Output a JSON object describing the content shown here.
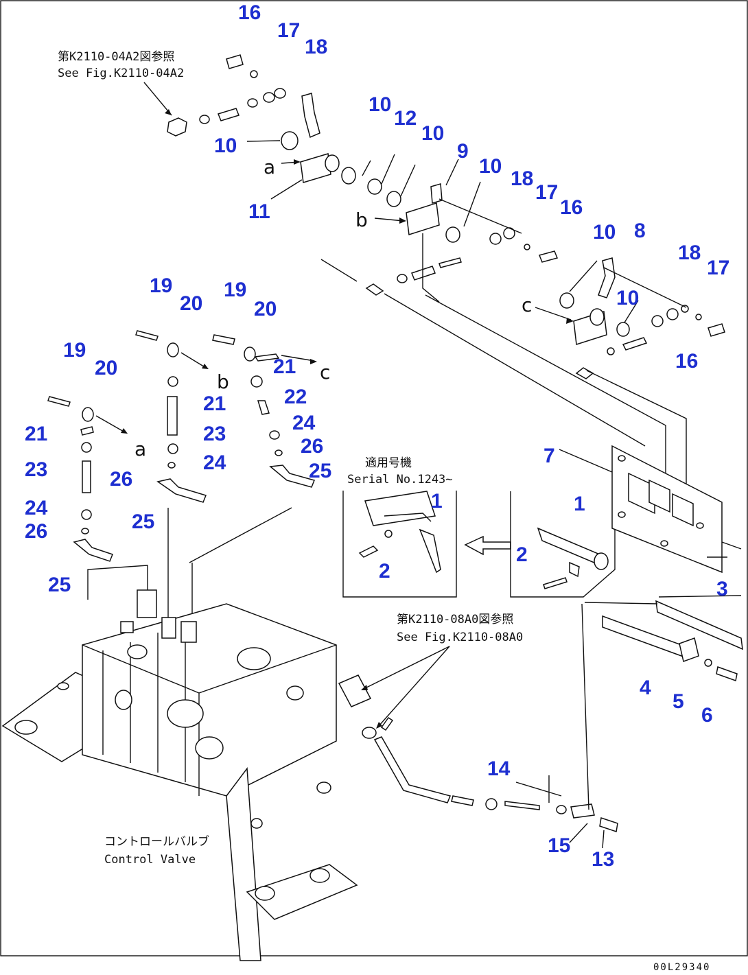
{
  "references": {
    "top_ref_jp": "第K2110-04A2図参照",
    "top_ref_en": "See Fig.K2110-04A2",
    "bottom_ref_jp": "第K2110-08A0図参照",
    "bottom_ref_en": "See Fig.K2110-08A0",
    "serial_jp": "適用号機",
    "serial_en": "Serial No.1243~",
    "valve_jp": "コントロールバルブ",
    "valve_en": "Control Valve",
    "drawing_code": "00L29340"
  },
  "letters": {
    "a": "a",
    "b": "b",
    "c": "c"
  },
  "callouts": {
    "p1": "1",
    "p2": "2",
    "p3": "3",
    "p4": "4",
    "p5": "5",
    "p6": "6",
    "p7": "7",
    "p8": "8",
    "p9": "9",
    "p10": "10",
    "p11": "11",
    "p12": "12",
    "p13": "13",
    "p14": "14",
    "p15": "15",
    "p16": "16",
    "p17": "17",
    "p18": "18",
    "p19": "19",
    "p20": "20",
    "p21": "21",
    "p22": "22",
    "p23": "23",
    "p24": "24",
    "p25": "25",
    "p26": "26"
  },
  "colors": {
    "callout": "#1e2fd0",
    "line": "#111111"
  }
}
